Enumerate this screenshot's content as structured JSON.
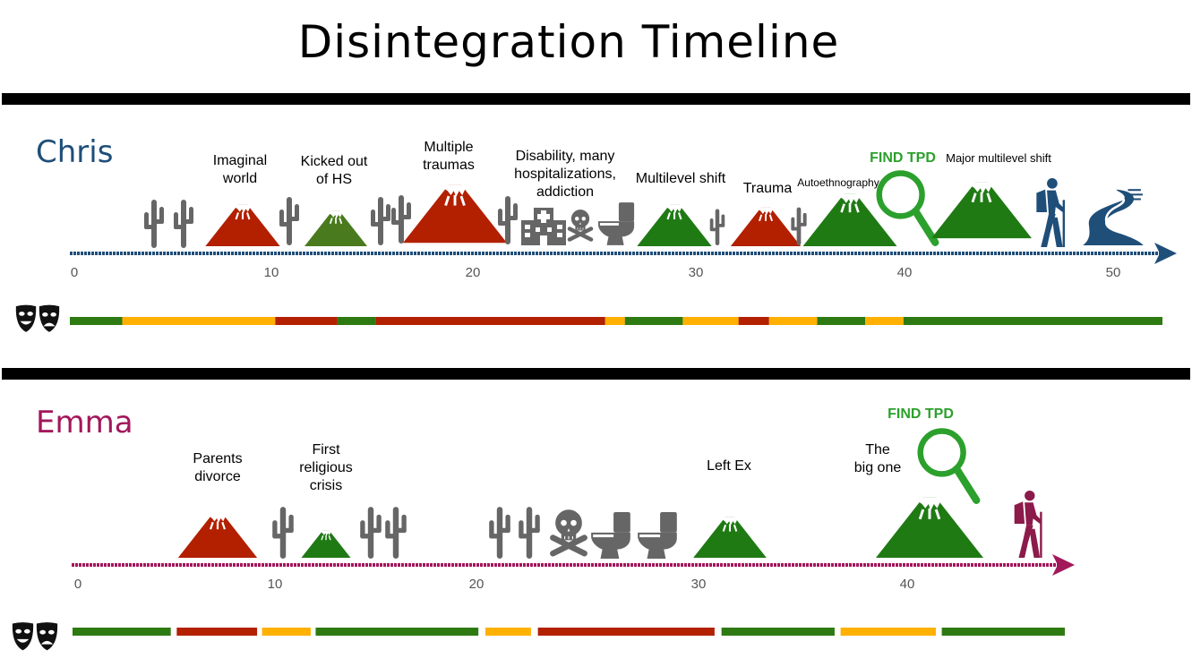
{
  "title": "Disintegration Timeline",
  "colors": {
    "chris": "#1f4e79",
    "emma": "#a3175b",
    "trauma": "#b22000",
    "growth": "#2e7a12",
    "neutral": "#ffb000",
    "find": "#2ca02c",
    "icon": "#666666"
  },
  "chris": {
    "name": "Chris",
    "ticks": [
      "0",
      "10",
      "20",
      "30",
      "40",
      "50"
    ],
    "events": [
      {
        "text": "Imaginal\nworld"
      },
      {
        "text": "Kicked out\nof HS"
      },
      {
        "text": "Multiple\ntraumas"
      },
      {
        "text": "Disability, many\nhospitalizations,\naddiction"
      },
      {
        "text": "Multilevel shift"
      },
      {
        "text": "Trauma"
      },
      {
        "text": "Autoethnography"
      },
      {
        "text": "Major multilevel shift"
      }
    ],
    "find_label": "FIND TPD",
    "mood_strip": [
      {
        "color": "green",
        "span": [
          0.0,
          0.048
        ]
      },
      {
        "color": "yellow",
        "span": [
          0.048,
          0.188
        ]
      },
      {
        "color": "red",
        "span": [
          0.188,
          0.245
        ]
      },
      {
        "color": "green",
        "span": [
          0.245,
          0.28
        ]
      },
      {
        "color": "red",
        "span": [
          0.28,
          0.49
        ]
      },
      {
        "color": "yellow",
        "span": [
          0.49,
          0.508
        ]
      },
      {
        "color": "green",
        "span": [
          0.508,
          0.561
        ]
      },
      {
        "color": "yellow",
        "span": [
          0.561,
          0.612
        ]
      },
      {
        "color": "red",
        "span": [
          0.612,
          0.64
        ]
      },
      {
        "color": "yellow",
        "span": [
          0.64,
          0.684
        ]
      },
      {
        "color": "green",
        "span": [
          0.684,
          0.728
        ]
      },
      {
        "color": "yellow",
        "span": [
          0.728,
          0.763
        ]
      },
      {
        "color": "green",
        "span": [
          0.763,
          1.0
        ]
      }
    ]
  },
  "emma": {
    "name": "Emma",
    "ticks": [
      "0",
      "10",
      "20",
      "30",
      "40"
    ],
    "events": [
      {
        "text": "Parents\ndivorce"
      },
      {
        "text": "First\nreligious\ncrisis"
      },
      {
        "text": "Left Ex"
      },
      {
        "text": "The\nbig one"
      }
    ],
    "find_label": "FIND TPD",
    "mood_strip": [
      {
        "color": "green",
        "span": [
          0.0,
          0.099
        ]
      },
      {
        "color": "red",
        "span": [
          0.105,
          0.186
        ]
      },
      {
        "color": "yellow",
        "span": [
          0.191,
          0.24
        ]
      },
      {
        "color": "green",
        "span": [
          0.245,
          0.409
        ]
      },
      {
        "color": "yellow",
        "span": [
          0.416,
          0.462
        ]
      },
      {
        "color": "red",
        "span": [
          0.469,
          0.647
        ]
      },
      {
        "color": "green",
        "span": [
          0.654,
          0.768
        ]
      },
      {
        "color": "yellow",
        "span": [
          0.774,
          0.87
        ]
      },
      {
        "color": "green",
        "span": [
          0.876,
          1.0
        ]
      }
    ]
  }
}
